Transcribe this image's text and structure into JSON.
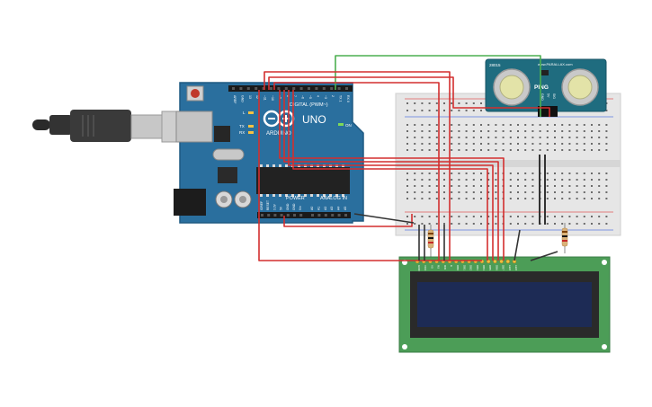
{
  "arduino": {
    "brand": "ARDUINO",
    "model": "UNO",
    "digital_header": "DIGITAL (PWM~)",
    "power_header": "POWER",
    "analog_header": "ANALOG IN",
    "led_on": "ON",
    "led_tx": "TX",
    "led_rx": "RX",
    "led_l": "L",
    "digital_pins": [
      "AREF",
      "GND",
      "13",
      "12",
      "~11",
      "~10",
      "~9",
      "8",
      "7",
      "~6",
      "~5",
      "4",
      "~3",
      "2",
      "TX 1",
      "RX 0"
    ],
    "power_pins": [
      "IOREF",
      "RESET",
      "3.3V",
      "5V",
      "GND",
      "GND",
      "Vin"
    ],
    "analog_pins": [
      "A0",
      "A1",
      "A2",
      "A3",
      "A4",
      "A5"
    ]
  },
  "sensor": {
    "name": "PING",
    "model": "28015",
    "url": "www.PARALLAX.com",
    "pins": [
      "GND",
      "5V",
      "SIG"
    ]
  },
  "lcd": {
    "pin_labels": [
      "GND",
      "VCC",
      "V0",
      "RS",
      "RW",
      "E",
      "DB0",
      "DB1",
      "DB2",
      "DB3",
      "DB4",
      "DB5",
      "DB6",
      "DB7",
      "LED",
      "LED"
    ]
  },
  "colors": {
    "wire_red": "#d32f2f",
    "wire_green": "#4caf50",
    "wire_dark": "#333333",
    "arduino_board": "#2a6f9e",
    "sensor_board": "#1f6c7f",
    "lcd_board": "#4c9d57",
    "lcd_screen": "#1d2b55"
  }
}
